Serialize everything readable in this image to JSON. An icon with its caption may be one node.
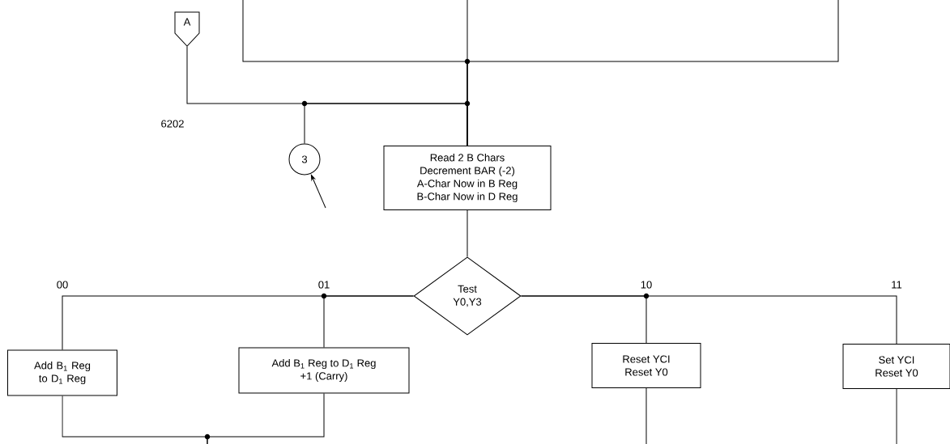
{
  "diagram": {
    "nodes": [
      {
        "text": [
          "A"
        ]
      },
      {
        "text": [
          "3"
        ]
      },
      {
        "text": [
          "Read 2 B Chars",
          "Decrement BAR (-2)",
          "A-Char Now in B Reg",
          "B-Char Now in D Reg"
        ]
      },
      {
        "text": [
          "Test Y0,Y3"
        ]
      },
      {
        "text": [
          "Add B$_{1}$ Reg to D$_{1}$ Reg"
        ]
      },
      {
        "text": [
          "Add B$_{1}$ Reg to D$_{1}$ Reg",
          "+1 (Carry)"
        ]
      },
      {
        "text": [
          "Reset YCI",
          "Reset Y0"
        ]
      },
      {
        "text": [
          "Set YCI",
          "Reset Y0"
        ]
      }
    ],
    "edges": [
      {
        "from": null,
        "to": 2,
        "arrow": "none"
      },
      {
        "from": null,
        "to": 2,
        "arrow": "none"
      },
      {
        "from": null,
        "to": 2,
        "arrow": "none"
      },
      {
        "from": 0,
        "to": 2,
        "arrow": "none"
      },
      {
        "from": 1,
        "to": 2,
        "arrow": "none"
      },
      {
        "from": null,
        "to": 1,
        "arrow": "to"
      },
      {
        "from": 2,
        "to": 3,
        "arrow": "none"
      },
      {
        "from": 3,
        "to": 4,
        "arrow": "none",
        "label": "00"
      },
      {
        "from": 3,
        "to": 5,
        "arrow": "none",
        "label": "01"
      },
      {
        "from": 3,
        "to": 6,
        "arrow": "none",
        "label": "10"
      },
      {
        "from": 3,
        "to": 7,
        "arrow": "none",
        "label": "11"
      },
      {
        "from": 4,
        "to": null,
        "arrow": "none"
      },
      {
        "from": 5,
        "to": null,
        "arrow": "none"
      },
      {
        "from": 6,
        "to": null,
        "arrow": "none"
      },
      {
        "from": 7,
        "to": null,
        "arrow": "none"
      }
    ],
    "labels": [
      "6202"
    ]
  }
}
